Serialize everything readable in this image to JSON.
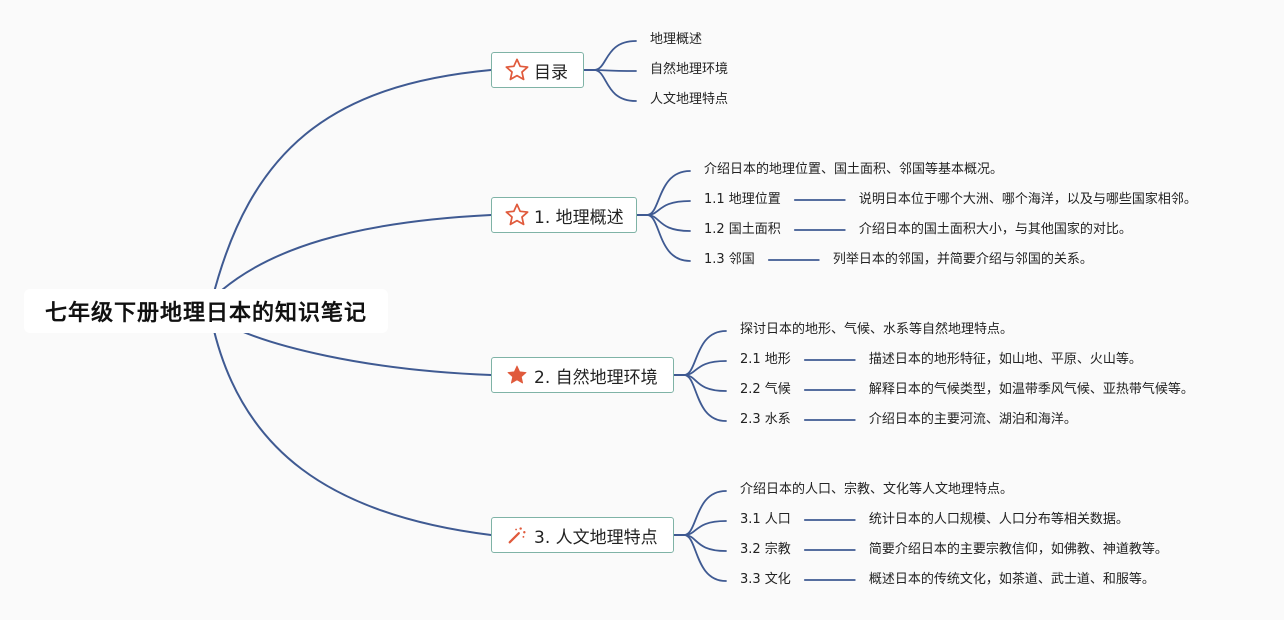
{
  "root": {
    "title": "七年级下册地理日本的知识笔记"
  },
  "colors": {
    "line": "#3f5a92",
    "border": "#7fb3a6",
    "star": "#e05a3c"
  },
  "topics": [
    {
      "label": "目录",
      "icon": "star-outline-icon",
      "children": [
        {
          "label": "地理概述"
        },
        {
          "label": "自然地理环境"
        },
        {
          "label": "人文地理特点"
        }
      ]
    },
    {
      "label": "1. 地理概述",
      "icon": "star-outline-icon",
      "children": [
        {
          "label": "介绍日本的地理位置、国土面积、邻国等基本概况。"
        },
        {
          "label": "1.1 地理位置",
          "detail": "说明日本位于哪个大洲、哪个海洋，以及与哪些国家相邻。"
        },
        {
          "label": "1.2 国土面积",
          "detail": "介绍日本的国土面积大小，与其他国家的对比。"
        },
        {
          "label": "1.3 邻国",
          "detail": "列举日本的邻国，并简要介绍与邻国的关系。"
        }
      ]
    },
    {
      "label": "2. 自然地理环境",
      "icon": "star-filled-icon",
      "children": [
        {
          "label": "探讨日本的地形、气候、水系等自然地理特点。"
        },
        {
          "label": "2.1 地形",
          "detail": "描述日本的地形特征，如山地、平原、火山等。"
        },
        {
          "label": "2.2 气候",
          "detail": "解释日本的气候类型，如温带季风气候、亚热带气候等。"
        },
        {
          "label": "2.3 水系",
          "detail": "介绍日本的主要河流、湖泊和海洋。"
        }
      ]
    },
    {
      "label": "3. 人文地理特点",
      "icon": "magic-wand-icon",
      "children": [
        {
          "label": "介绍日本的人口、宗教、文化等人文地理特点。"
        },
        {
          "label": "3.1 人口",
          "detail": "统计日本的人口规模、人口分布等相关数据。"
        },
        {
          "label": "3.2 宗教",
          "detail": "简要介绍日本的主要宗教信仰，如佛教、神道教等。"
        },
        {
          "label": "3.3 文化",
          "detail": "概述日本的传统文化，如茶道、武士道、和服等。"
        }
      ]
    }
  ]
}
